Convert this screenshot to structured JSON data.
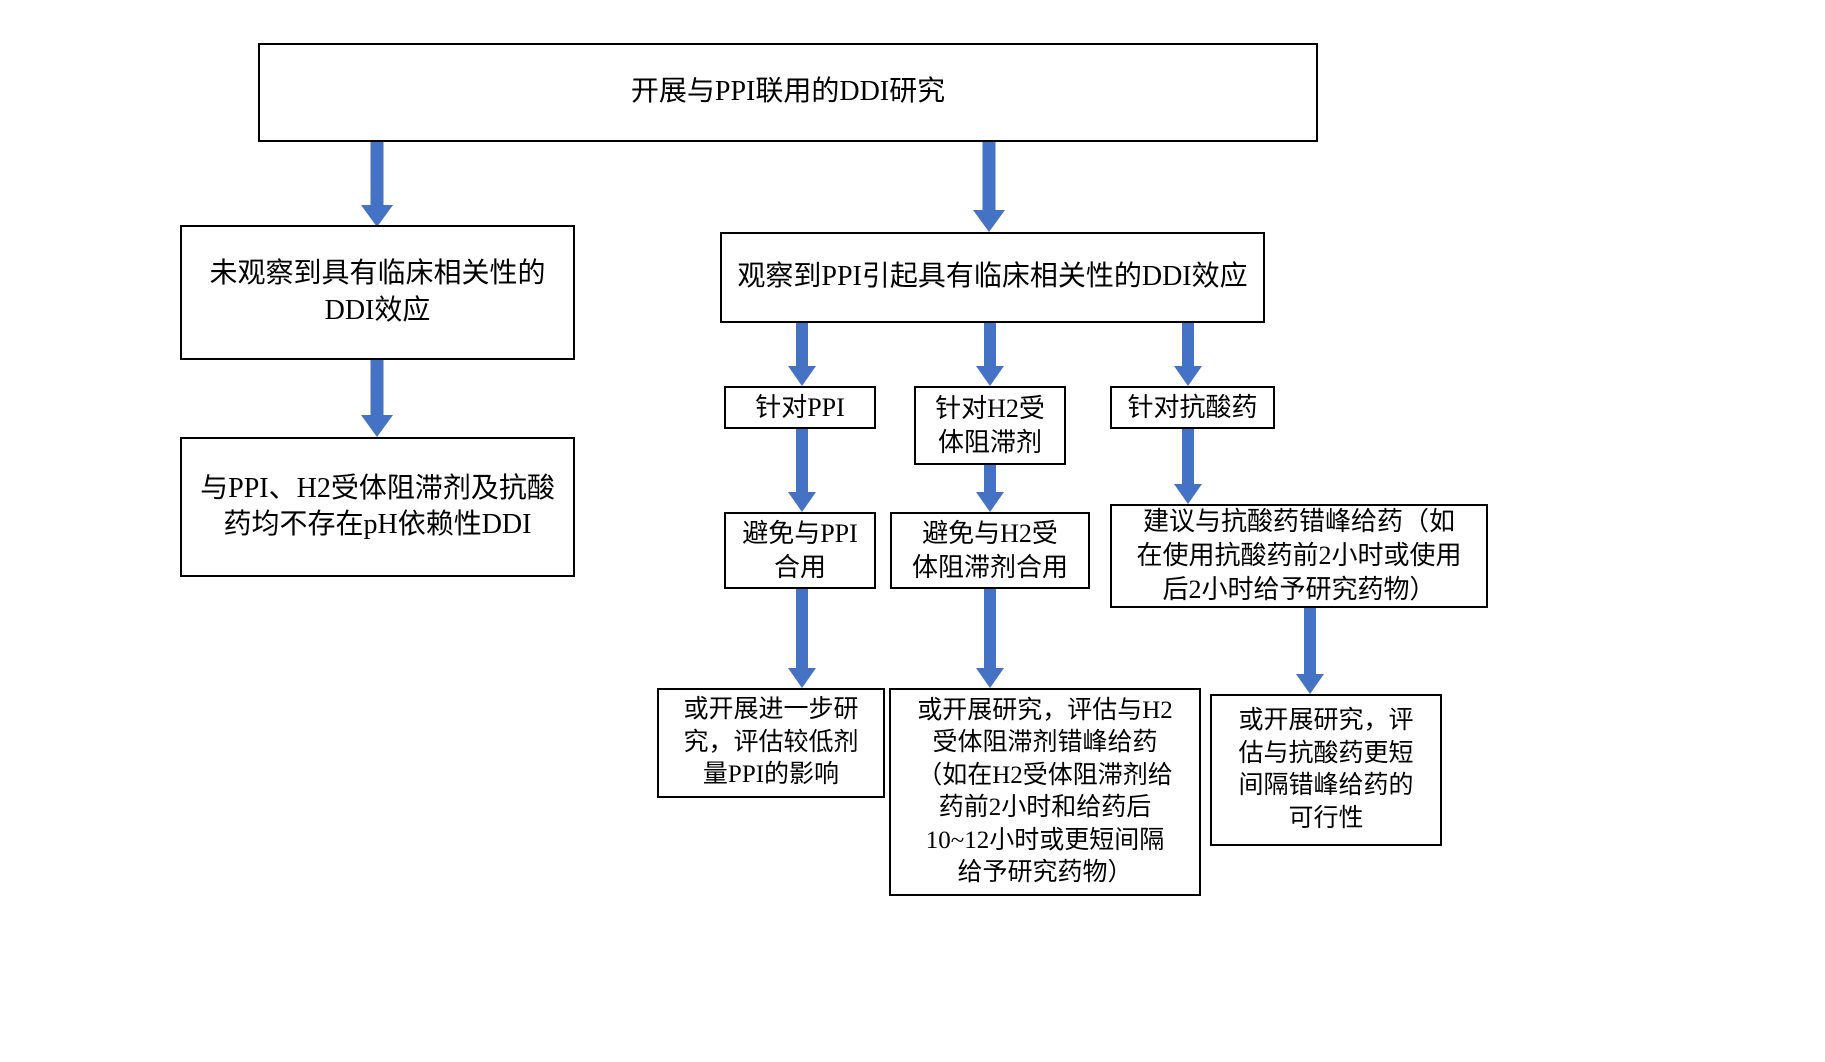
{
  "diagram": {
    "title_box": {
      "text": "开展与PPI联用的DDI研究"
    },
    "left_branch": {
      "outcome": "未观察到具有临床相关性的\nDDI效应",
      "conclusion": "与PPI、H2受体阻滞剂及抗酸\n药均不存在pH依赖性DDI"
    },
    "right_branch": {
      "header": "观察到PPI引起具有临床相关性的DDI效应",
      "targets": [
        {
          "label": "针对PPI"
        },
        {
          "label": "针对H2受\n体阻滞剂"
        },
        {
          "label": "针对抗酸药"
        }
      ],
      "actions": [
        {
          "label": "避免与PPI\n合用"
        },
        {
          "label": "避免与H2受\n体阻滞剂合用"
        },
        {
          "label": "建议与抗酸药错峰给药（如\n在使用抗酸药前2小时或使用\n后2小时给予研究药物）"
        }
      ],
      "alternatives": [
        {
          "label": "或开展进一步研\n究，评估较低剂\n量PPI的影响"
        },
        {
          "label": "或开展研究，评估与H2\n受体阻滞剂错峰给药\n（如在H2受体阻滞剂给\n药前2小时和给药后\n10~12小时或更短间隔\n给予研究药物）"
        },
        {
          "label": "或开展研究，评\n估与抗酸药更短\n间隔错峰给药的\n可行性"
        }
      ]
    },
    "colors": {
      "arrow": "#4472C4",
      "border": "#000000",
      "background": "#ffffff"
    }
  }
}
